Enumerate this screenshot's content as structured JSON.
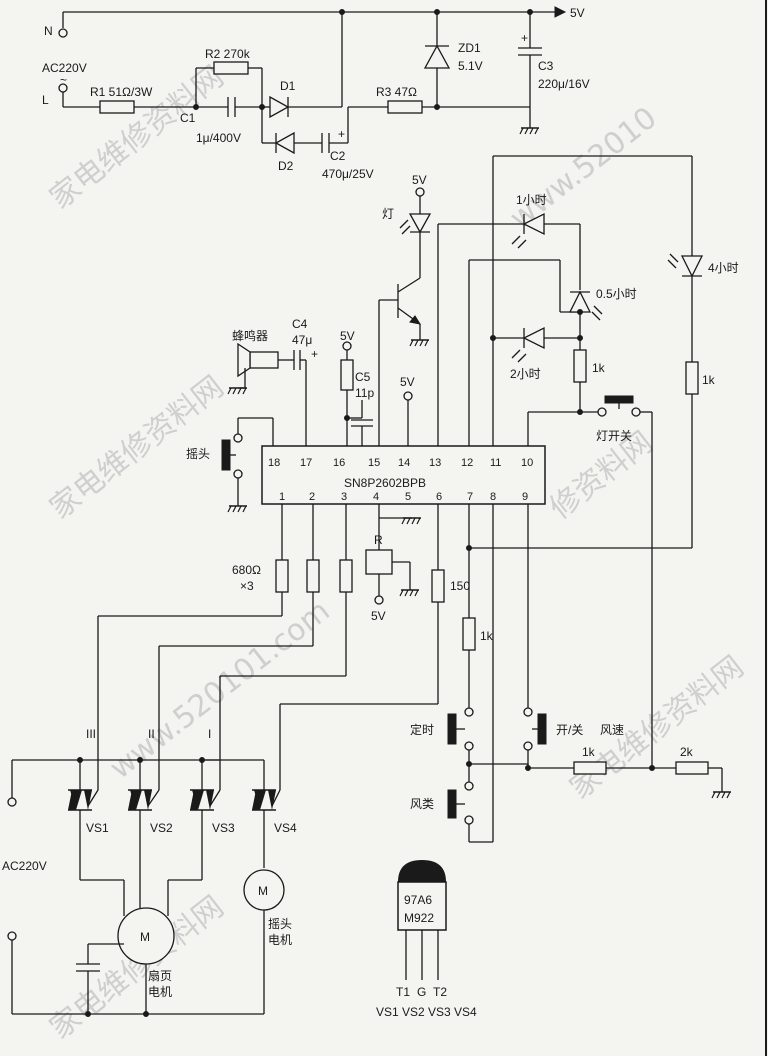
{
  "supply": {
    "neutral": "N",
    "ac_in": "AC220V",
    "ac_symbol": "~",
    "live": "L",
    "out_5v": "5V",
    "ac_load": "AC220V"
  },
  "components": {
    "r1": "R1 51Ω/3W",
    "r2": "R2 270k",
    "c1_name": "C1",
    "c1_value": "1μ/400V",
    "d1": "D1",
    "d2": "D2",
    "c2_name": "C2",
    "c2_value": "470μ/25V",
    "r3": "R3 47Ω",
    "zd1_name": "ZD1",
    "zd1_value": "5.1V",
    "c3_name": "C3",
    "c3_value": "220μ/16V",
    "buzzer": "蜂鸣器",
    "c4_name": "C4",
    "c4_value": "47μ",
    "c5_name": "C5",
    "c5_value": "11p",
    "lamp": "灯",
    "led_1h": "1小时",
    "led_05h": "0.5小时",
    "led_2h": "2小时",
    "led_4h": "4小时",
    "res_1k": "1k",
    "res_2k": "2k",
    "res_150": "150",
    "res_r": "R",
    "res_680_a": "680Ω",
    "res_680_b": "×3",
    "vcc": "5V",
    "sw_swing": "摇头",
    "sw_light": "灯开关",
    "sw_timer": "定时",
    "sw_onoff": "开/关",
    "sw_speed": "风速",
    "sw_type": "风类",
    "speed_3": "III",
    "speed_2": "II",
    "speed_1": "I",
    "vs1": "VS1",
    "vs2": "VS2",
    "vs3": "VS3",
    "vs4": "VS4",
    "motor": "M",
    "fan_motor_a": "扇页",
    "fan_motor_b": "电机",
    "swing_motor_a": "摇头",
    "swing_motor_b": "电机"
  },
  "ic": {
    "name": "SN8P2602BPB",
    "top_pins": [
      "18",
      "17",
      "16",
      "15",
      "14",
      "13",
      "12",
      "11",
      "10"
    ],
    "bottom_pins": [
      "1",
      "2",
      "3",
      "4",
      "5",
      "6",
      "7",
      "8",
      "9"
    ]
  },
  "triac_pkg": {
    "line1": "97A6",
    "line2": "M922",
    "pins": [
      "T1",
      "G",
      "T2"
    ],
    "bottom": "VS1 VS2 VS3 VS4"
  }
}
